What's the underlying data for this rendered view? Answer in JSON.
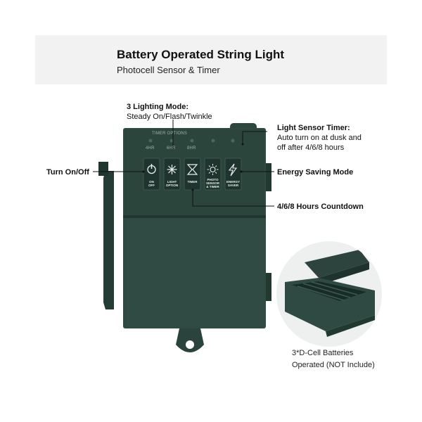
{
  "header": {
    "title": "Battery Operated String Light",
    "subtitle": "Photocell Sensor & Timer"
  },
  "callouts": {
    "lighting_mode_title": "3 Lighting Mode:",
    "lighting_mode_text": "Steady On/Flash/Twinkle",
    "sensor_timer_title": "Light Sensor Timer:",
    "sensor_timer_line1": "Auto turn on at dusk and",
    "sensor_timer_line2": "off after 4/6/8 hours",
    "on_off": "Turn On/Off",
    "energy_saving": "Energy Saving Mode",
    "countdown": "4/6/8 Hours Countdown",
    "batteries_line1": "3*D-Cell Batteries",
    "batteries_line2": "Operated (NOT Include)"
  },
  "device": {
    "timer_options_label": "TIMER OPTIONS",
    "timer_hours": [
      "4HR",
      "6HR",
      "8HR"
    ],
    "buttons": [
      {
        "icon": "power-icon",
        "label_line1": "ON",
        "label_line2": "OFF"
      },
      {
        "icon": "asterisk-icon",
        "label_line1": "LIGHT",
        "label_line2": "OPTION"
      },
      {
        "icon": "hourglass-icon",
        "label_line1": "TIMER",
        "label_line2": ""
      },
      {
        "icon": "sun-icon",
        "label_line1": "PHOTO",
        "label_line2": "SENSOR",
        "label_line3": "& TIMER"
      },
      {
        "icon": "lightning-icon",
        "label_line1": "ENERGY",
        "label_line2": "SAVER"
      }
    ],
    "body_color": "#2f4a42",
    "panel_color": "#26403a"
  }
}
